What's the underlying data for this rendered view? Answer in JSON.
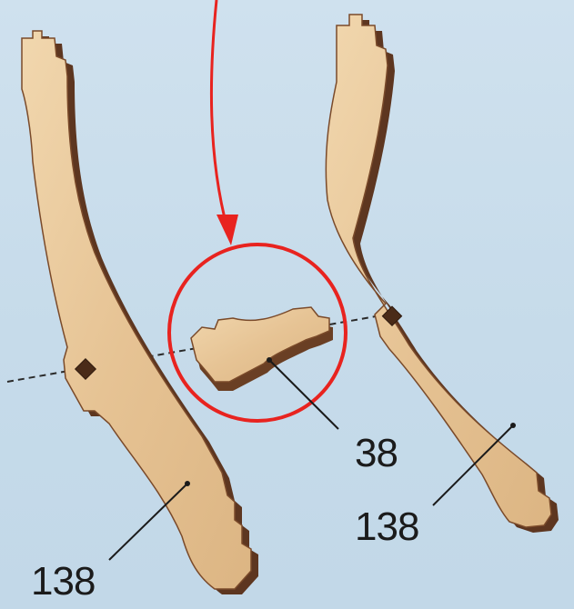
{
  "labels": {
    "left_leg": "138",
    "right_leg": "138",
    "connector": "38"
  },
  "colors": {
    "background": "#c9dcea",
    "wood_face": "#e9c99c",
    "wood_edge": "#6a3f24",
    "arrow": "#e8231f",
    "highlight_circle": "#e8231f",
    "leader_line": "#1b1b1b"
  },
  "parts": [
    {
      "name": "leg",
      "part_number": "138",
      "count": 2
    },
    {
      "name": "connector",
      "part_number": "38",
      "count": 1
    }
  ]
}
